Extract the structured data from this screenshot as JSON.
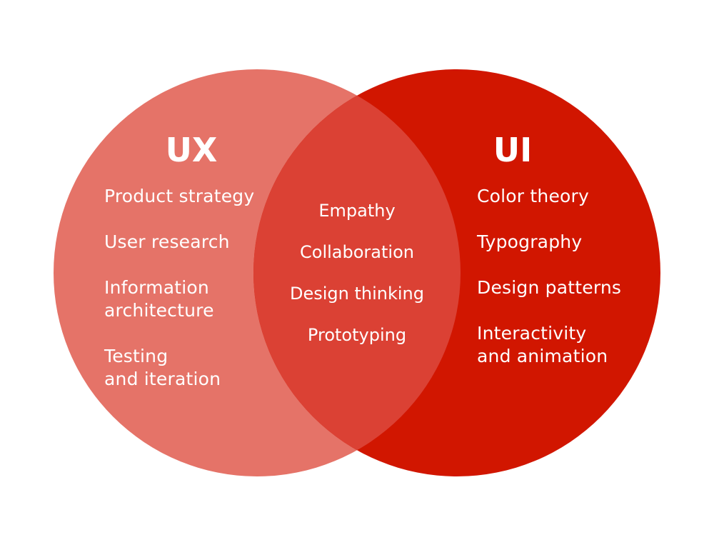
{
  "colors": {
    "ux_circle": "#e57368",
    "ui_circle": "#d11600",
    "overlap": "#db4134",
    "text": "#ffffff",
    "background": "#ffffff"
  },
  "ux": {
    "title": "UX",
    "items": [
      {
        "line1": "Product strategy",
        "line2": ""
      },
      {
        "line1": "User research",
        "line2": ""
      },
      {
        "line1": "Information",
        "line2": "architecture"
      },
      {
        "line1": "Testing",
        "line2": "and iteration"
      }
    ]
  },
  "ui": {
    "title": "UI",
    "items": [
      {
        "line1": "Color theory",
        "line2": ""
      },
      {
        "line1": "Typography",
        "line2": ""
      },
      {
        "line1": "Design patterns",
        "line2": ""
      },
      {
        "line1": "Interactivity",
        "line2": "and animation"
      }
    ]
  },
  "shared": {
    "items": [
      "Empathy",
      "Collaboration",
      "Design thinking",
      "Prototyping"
    ]
  }
}
